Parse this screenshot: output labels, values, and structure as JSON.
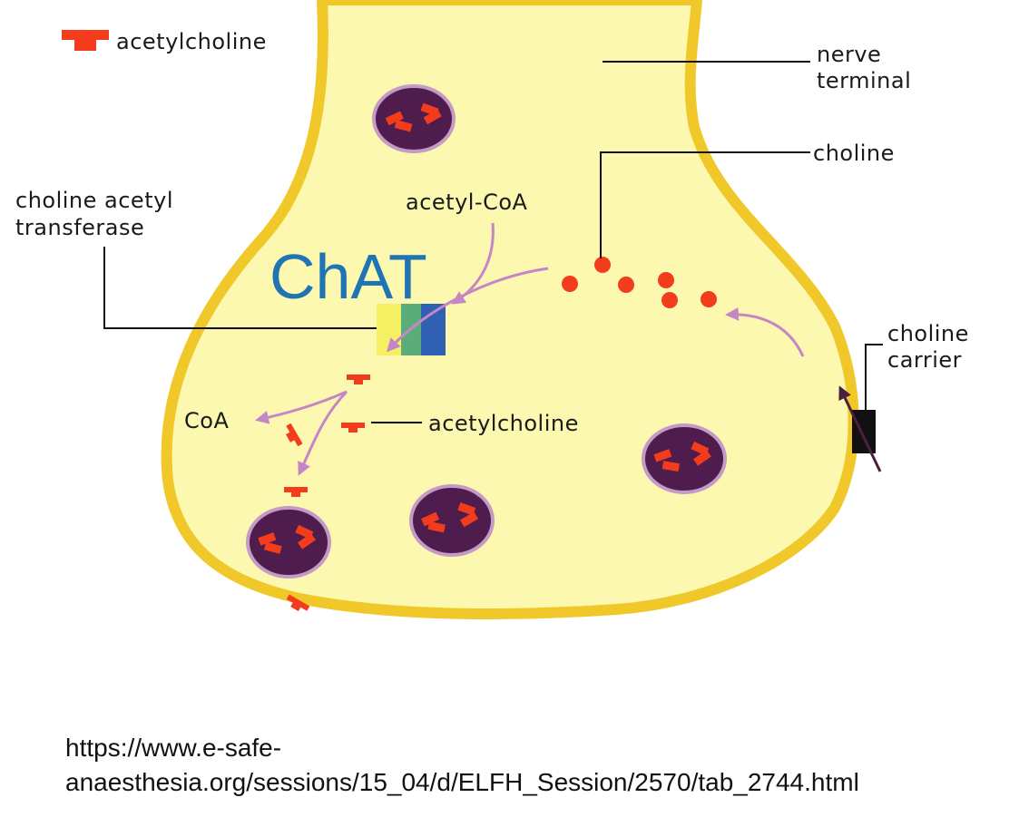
{
  "legend": {
    "label": "acetylcholine",
    "icon": "acetylcholine-symbol-icon"
  },
  "labels": {
    "nerve_terminal": [
      "nerve",
      "terminal"
    ],
    "choline": "choline",
    "acetyl_coa": "acetyl-CoA",
    "enzyme_name": [
      "choline acetyl",
      "transferase"
    ],
    "enzyme_abbrev": "ChAT",
    "coa": "CoA",
    "acetylcholine": "acetylcholine",
    "choline_carrier": [
      "choline",
      "carrier"
    ]
  },
  "source": {
    "line1": "https://www.e-safe-",
    "line2": "anaesthesia.org/sessions/15_04/d/ELFH_Session/2570/tab_2744.html"
  },
  "colors": {
    "terminal_fill": "#fdf8b0",
    "terminal_outline": "#f0c82a",
    "molecule": "#f23c1c",
    "vesicle": "#4e1c4d",
    "vesicle_rim": "#c49ac6",
    "enzyme_stripes": [
      "#f4ef63",
      "#5aac78",
      "#2f60b3"
    ],
    "arrow": "#c586c6",
    "chat_text": "#1f74b3",
    "carrier": "#111111"
  }
}
